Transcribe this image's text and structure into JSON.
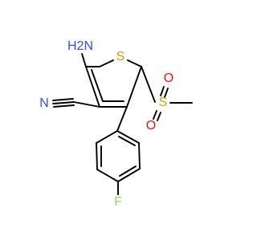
{
  "molecule": {
    "atoms": {
      "amino": "H2N",
      "sulfur_ring": "S",
      "nitrile_n": "N",
      "sulfonyl_s": "S",
      "oxygen_top": "O",
      "oxygen_bottom": "O",
      "fluorine": "F"
    },
    "colors": {
      "nitrogen": "#3050F8",
      "sulfur": "#C8A000",
      "oxygen": "#FF0D0D",
      "fluorine": "#90E050",
      "bond": "#000000"
    }
  }
}
